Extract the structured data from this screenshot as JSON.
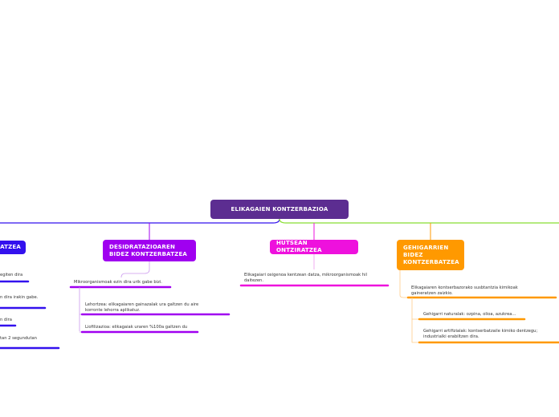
{
  "root": {
    "label": "ELIKAGAIEN KONTZERBAZIOA",
    "color": "#5c2d91"
  },
  "branches": [
    {
      "id": "left",
      "label": "ATZEA",
      "color": "#3311ee",
      "items": [
        {
          "text": "egiten dira"
        },
        {
          "text": "n dira irakin gabe."
        },
        {
          "text": "n dira"
        },
        {
          "text": "tan 2 segundutan"
        }
      ]
    },
    {
      "id": "desidratazio",
      "label": "DESIDRATAZIOAREN\nBIDEZ KONTZERBATZEA",
      "color": "#a000f0",
      "items": [
        {
          "text": "Mikroorganismoak ezin dira urik gabe bizi."
        },
        {
          "text": "Lehortzea: elikagaiaren gainazalak ura galtzen du aire\nkorronte lehorra aplikatuz."
        },
        {
          "text": "Liofilizazioa: elikagaiak uraren %100a galtzen du"
        }
      ]
    },
    {
      "id": "hutsean",
      "label": "HUTSEAN ONTZIRATZEA",
      "color": "#ee11dd",
      "items": [
        {
          "text": "Elikagaiari oxigenoa kentzean datza, mikroorganismoak hil\ndaitezen."
        }
      ]
    },
    {
      "id": "gehigarri",
      "label": "GEHIGARRIEN\nBIDEZ\nKONTZERBATZEA",
      "color": "#ff9900",
      "items": [
        {
          "text": "Elikagaiaren kontserbazorako susbtantzia kimikoak\ngaineratzen zaizkio."
        },
        {
          "text": "Gehigarri naturalak: ozpina, olioa, azukrea..."
        },
        {
          "text": "Gehigarri artifizialak: kontserbatzaile kimiko dentzegu;\nindustrialki erabiltzen dira."
        }
      ]
    }
  ]
}
